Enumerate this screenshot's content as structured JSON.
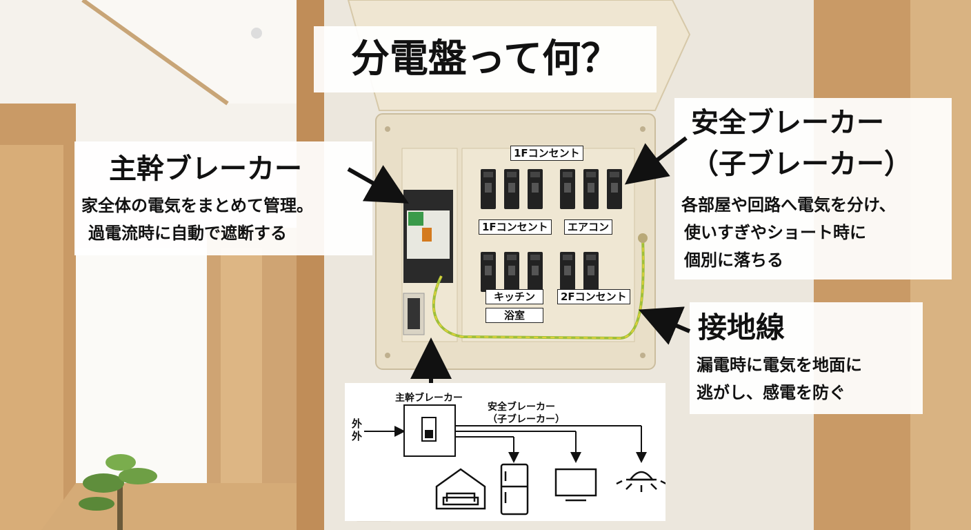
{
  "title": "分電盤って何？",
  "main_breaker": {
    "heading": "主幹ブレーカー",
    "desc_line1": "家全体の電気をまとめて管理。",
    "desc_line2": "過電流時に自動で遮断する"
  },
  "safety_breaker": {
    "heading_line1": "安全ブレーカー",
    "heading_line2": "（子ブレーカー）",
    "desc_line1": "各部屋や回路へ電気を分け、",
    "desc_line2": "使いすぎやショート時に",
    "desc_line3": "個別に落ちる"
  },
  "ground_wire": {
    "heading": "接地線",
    "desc_line1": "漏電時に電気を地面に",
    "desc_line2": "逃がし、感電を防ぐ"
  },
  "circuit_labels": {
    "top": "1Fコンセント",
    "mid_left": "1Fコンセント",
    "mid_right": "エアコン",
    "bottom_left_1": "キッチン",
    "bottom_left_2": "浴室",
    "bottom_right": "2Fコンセント"
  },
  "diagram": {
    "main_label": "主幹ブレーカー",
    "sub_label_line1": "安全ブレーカー",
    "sub_label_line2": "（子ブレーカー）",
    "input_line1": "外",
    "input_line2": "外",
    "icons": [
      "house-sofa-icon",
      "refrigerator-icon",
      "tv-icon",
      "ceiling-light-icon"
    ]
  },
  "colors": {
    "panel": "#e9dfc8",
    "wood": "#c99a66",
    "ground_wire": "#9fbf3a",
    "breaker": "#222222"
  }
}
